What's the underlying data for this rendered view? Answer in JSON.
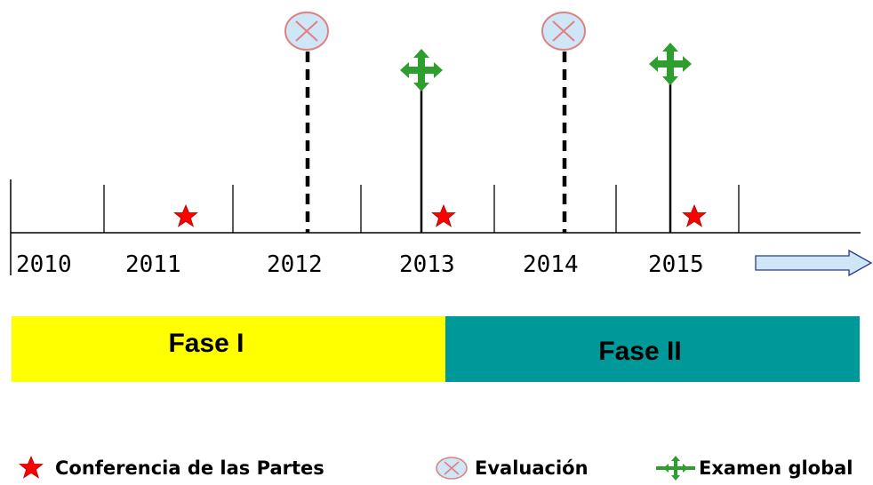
{
  "timeline": {
    "years": [
      "2010",
      "2011",
      "2012",
      "2013",
      "2014",
      "2015"
    ],
    "cop_years": [
      "2011",
      "2013",
      "2015"
    ],
    "evaluation_years": [
      "2012",
      "2014"
    ],
    "review_years": [
      "2013",
      "2015"
    ]
  },
  "phases": [
    {
      "label": "Fase I",
      "color": "#ffff00"
    },
    {
      "label": "Fase II",
      "color": "#009999"
    }
  ],
  "legend": {
    "cop": "Conferencia de las Partes",
    "evaluation": "Evaluación",
    "review": "Examen global"
  },
  "colors": {
    "star": "#ff0000",
    "evaluation_fill": "#cfe6f7",
    "evaluation_stroke": "#e08080",
    "review": "#2e9e2e",
    "arrow": "#cfe6f7"
  },
  "icons": {
    "cop": "red-star-icon",
    "evaluation": "crossed-circle-icon",
    "review": "green-cross-icon"
  }
}
